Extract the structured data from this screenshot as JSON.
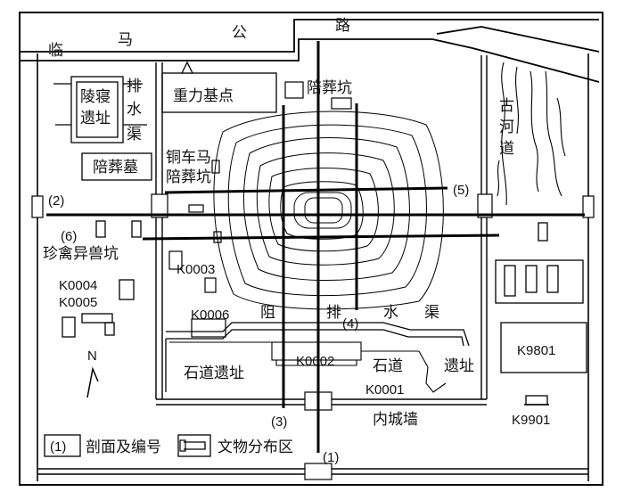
{
  "road": {
    "part1": "临",
    "part2": "马",
    "part3": "公",
    "part4": "路"
  },
  "labels": {
    "lingqin_1": "陵寝",
    "lingqin_2": "遗址",
    "paishuiqu_1": "排",
    "paishuiqu_2": "水",
    "paishuiqu_3": "渠",
    "peizangmu": "陪葬墓",
    "zhongli": "重力基点",
    "peizangkeng_north": "陪葬坑",
    "tongchema_1": "铜车马",
    "tongchema_2": "陪葬坑",
    "gu": "古",
    "he": "河",
    "dao": "道",
    "zhenqin": "珍禽异兽坑",
    "zu": "阻",
    "pai": "排",
    "shui": "水",
    "qu": "渠",
    "shidao_left": "石道遗址",
    "shidao": "石道",
    "yizhi": "遗址",
    "neichengqiang": "内城墙",
    "north": "N"
  },
  "codes": {
    "k0003": "K0003",
    "k0004": "K0004",
    "k0005": "K0005",
    "k0006": "K0006",
    "k0002": "K0002",
    "k0001": "K0001",
    "k9801": "K9801",
    "k9901": "K9901"
  },
  "profiles": {
    "p1_legend": "(1)",
    "p1_bottom": "(1)",
    "p2": "(2)",
    "p3": "(3)",
    "p4": "(4)",
    "p5": "(5)",
    "p6": "(6)"
  },
  "legend": {
    "profile_label": "剖面及编号",
    "relic_label": "文物分布区"
  }
}
